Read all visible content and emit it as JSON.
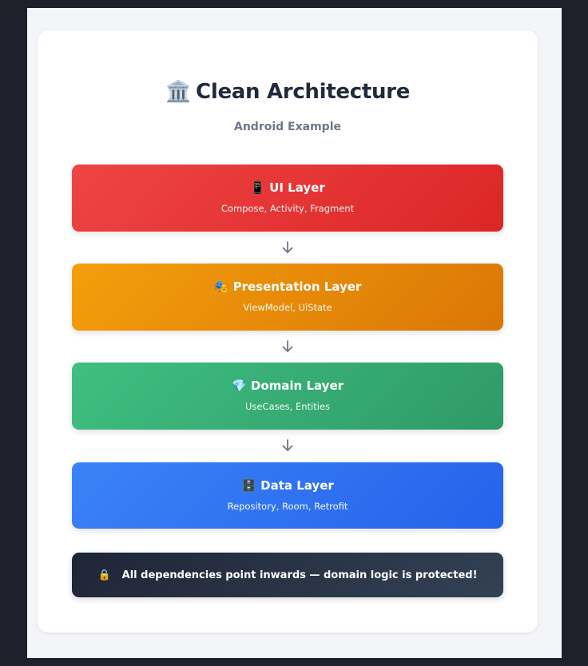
{
  "header": {
    "title_emoji": "🏛️",
    "title": "Clean Architecture",
    "subtitle": "Android Example"
  },
  "layers": [
    {
      "emoji": "📱",
      "name": "UI Layer",
      "description": "Compose, Activity, Fragment",
      "color": "#ef4444"
    },
    {
      "emoji": "🎭",
      "name": "Presentation Layer",
      "description": "ViewModel, UiState",
      "color": "#f59e0b"
    },
    {
      "emoji": "💎",
      "name": "Domain Layer",
      "description": "UseCases, Entities",
      "color": "#3fbf82"
    },
    {
      "emoji": "🗄️",
      "name": "Data Layer",
      "description": "Repository, Room, Retrofit",
      "color": "#3b82f6"
    }
  ],
  "footer": {
    "emoji": "🔒",
    "text": "All dependencies point inwards — domain logic is protected!"
  },
  "colors": {
    "background": "#1f2029",
    "arrow": "#6b7789",
    "footer": "#1e2636"
  }
}
